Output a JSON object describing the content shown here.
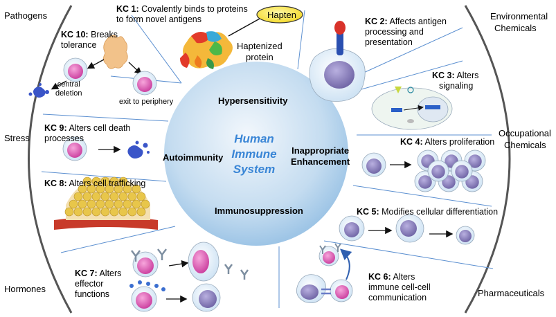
{
  "side_labels": {
    "pathogens": "Pathogens",
    "stress": "Stress",
    "hormones": "Hormones",
    "environmental": [
      "Environmental",
      "Chemicals"
    ],
    "occupational": [
      "Occupational",
      "Chemicals"
    ],
    "pharmaceuticals": "Pharmaceuticals"
  },
  "center": {
    "title_lines": [
      "Human",
      "Immune",
      "System"
    ],
    "hypersensitivity": "Hypersensitivity",
    "autoimmunity": "Autoimmunity",
    "enhancement_lines": [
      "Inappropriate",
      "Enhancement"
    ],
    "immunosuppression": "Immunosuppression"
  },
  "kc1": {
    "id": "KC 1:",
    "lines": [
      "Covalently binds to proteins",
      "to form novel antigens"
    ],
    "hapten": "Hapten",
    "haptenized": [
      "Haptenized",
      "protein"
    ]
  },
  "kc2": {
    "id": "KC 2:",
    "lines": [
      "Affects antigen",
      "processing and",
      "presentation"
    ]
  },
  "kc3": {
    "id": "KC 3:",
    "lines": [
      "Alters",
      "signaling"
    ]
  },
  "kc4": {
    "id": "KC 4:",
    "text": "Alters proliferation"
  },
  "kc5": {
    "id": "KC 5:",
    "text": "Modifies cellular differentiation"
  },
  "kc6": {
    "id": "KC 6:",
    "lines": [
      "Alters",
      "immune cell-cell",
      "communication"
    ]
  },
  "kc7": {
    "id": "KC 7:",
    "lines": [
      "Alters",
      "effector",
      "functions"
    ]
  },
  "kc8": {
    "id": "KC 8:",
    "text": "Alters cell trafficking"
  },
  "kc9": {
    "id": "KC 9:",
    "lines": [
      "Alters cell death",
      "processes"
    ]
  },
  "kc10": {
    "id": "KC 10:",
    "lines": [
      "Breaks",
      "tolerance"
    ],
    "central_deletion": [
      "central",
      "deletion"
    ],
    "exit": "exit to periphery"
  },
  "colors": {
    "cell_body": "#e3f0fa",
    "nucleus": "#8a80b8",
    "nucleus_alt": "#e25fb8",
    "center_circle": "#aacdeb",
    "arrow": "#111111",
    "divider": "#5b8fd0",
    "arc": "#555555",
    "blue_accent": "#3a86d6"
  }
}
